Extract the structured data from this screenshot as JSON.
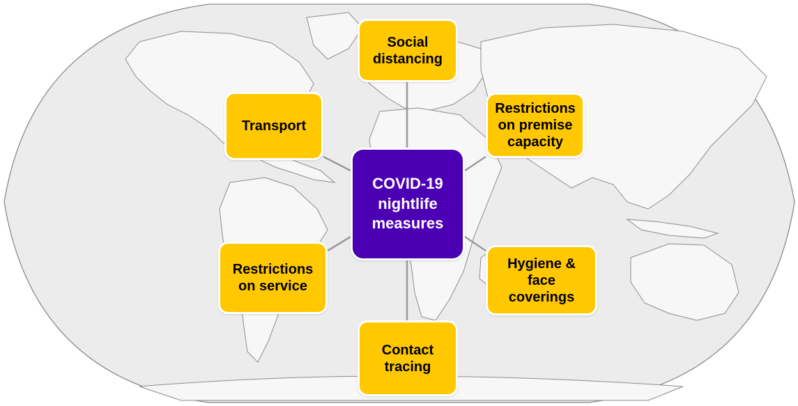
{
  "diagram": {
    "center": {
      "label": "COVID-19\nnightlife\nmeasures"
    },
    "measures": [
      {
        "id": "social-distancing",
        "label": "Social\ndistancing"
      },
      {
        "id": "transport",
        "label": "Transport"
      },
      {
        "id": "premise-capacity",
        "label": "Restrictions\non premise\ncapacity"
      },
      {
        "id": "service",
        "label": "Restrictions\non service"
      },
      {
        "id": "hygiene",
        "label": "Hygiene &\nface\ncoverings"
      },
      {
        "id": "contact-tracing",
        "label": "Contact\ntracing"
      }
    ]
  },
  "colors": {
    "center_fill": "#4b00b4",
    "measure_fill": "#ffc800",
    "map_land": "#ececec",
    "map_border": "#8c8c8c",
    "connector": "#9a9a9a"
  }
}
